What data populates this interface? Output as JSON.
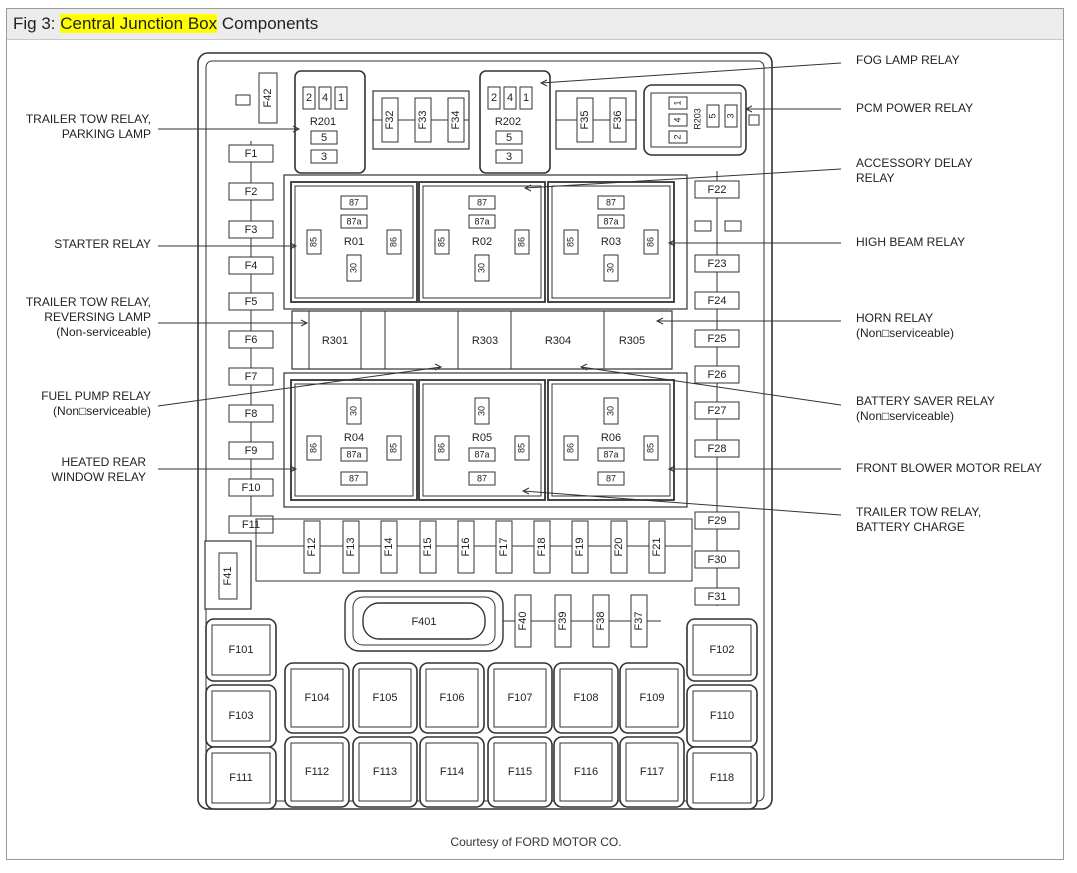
{
  "figure": {
    "title_prefix": "Fig 3: ",
    "title_highlight": "Central Junction Box",
    "title_suffix": " Components",
    "highlight_color": "#ffff00",
    "courtesy": "Courtesy of FORD MOTOR CO."
  },
  "callouts_left": [
    {
      "lines": [
        "TRAILER TOW RELAY,",
        "PARKING LAMP"
      ]
    },
    {
      "lines": [
        "STARTER RELAY"
      ]
    },
    {
      "lines": [
        "TRAILER TOW RELAY,",
        "REVERSING LAMP",
        "(Non-serviceable)"
      ]
    },
    {
      "lines": [
        "FUEL PUMP RELAY",
        "(Non□serviceable)"
      ]
    },
    {
      "lines": [
        "HEATED REAR",
        "WINDOW RELAY"
      ]
    }
  ],
  "callouts_right": [
    {
      "lines": [
        "FOG LAMP RELAY"
      ]
    },
    {
      "lines": [
        "PCM POWER RELAY"
      ]
    },
    {
      "lines": [
        "ACCESSORY DELAY",
        "RELAY"
      ]
    },
    {
      "lines": [
        "HIGH BEAM RELAY"
      ]
    },
    {
      "lines": [
        "HORN RELAY",
        "(Non□serviceable)"
      ]
    },
    {
      "lines": [
        "BATTERY SAVER RELAY",
        "(Non□serviceable)"
      ]
    },
    {
      "lines": [
        "FRONT BLOWER MOTOR RELAY"
      ]
    },
    {
      "lines": [
        "TRAILER TOW RELAY,",
        "BATTERY CHARGE"
      ]
    }
  ],
  "relays_upper": [
    "R01",
    "R02",
    "R03"
  ],
  "relays_lower": [
    "R04",
    "R05",
    "R06"
  ],
  "relay_pins": {
    "p87": "87",
    "p87a": "87a",
    "p85": "85",
    "p86": "86",
    "p30": "30"
  },
  "relays_small": [
    "R201",
    "R202"
  ],
  "relay_small_pins": [
    "2",
    "4",
    "1",
    "5",
    "3"
  ],
  "pcm_relay": {
    "name": "R203",
    "pins": [
      "1",
      "4",
      "2",
      "5",
      "3"
    ]
  },
  "mid_relays": [
    "R301",
    "R303",
    "R304",
    "R305"
  ],
  "fuses_left": [
    "F1",
    "F2",
    "F3",
    "F4",
    "F5",
    "F6",
    "F7",
    "F8",
    "F9",
    "F10",
    "F11"
  ],
  "fuses_right": [
    "F22",
    "F23",
    "F24",
    "F25",
    "F26",
    "F27",
    "F28",
    "F29",
    "F30",
    "F31"
  ],
  "fuses_top": [
    "F42",
    "F32",
    "F33",
    "F34",
    "F35",
    "F36"
  ],
  "fuses_row": [
    "F12",
    "F13",
    "F14",
    "F15",
    "F16",
    "F17",
    "F18",
    "F19",
    "F20",
    "F21"
  ],
  "fuses_row2": [
    "F40",
    "F39",
    "F38",
    "F37"
  ],
  "fuse_f41": "F41",
  "fuse_f401": "F401",
  "maxi_left": [
    "F101",
    "F103",
    "F111"
  ],
  "maxi_right": [
    "F102",
    "F110",
    "F118"
  ],
  "maxi_mid1": [
    "F104",
    "F105",
    "F106",
    "F107",
    "F108",
    "F109"
  ],
  "maxi_mid2": [
    "F112",
    "F113",
    "F114",
    "F115",
    "F116",
    "F117"
  ]
}
